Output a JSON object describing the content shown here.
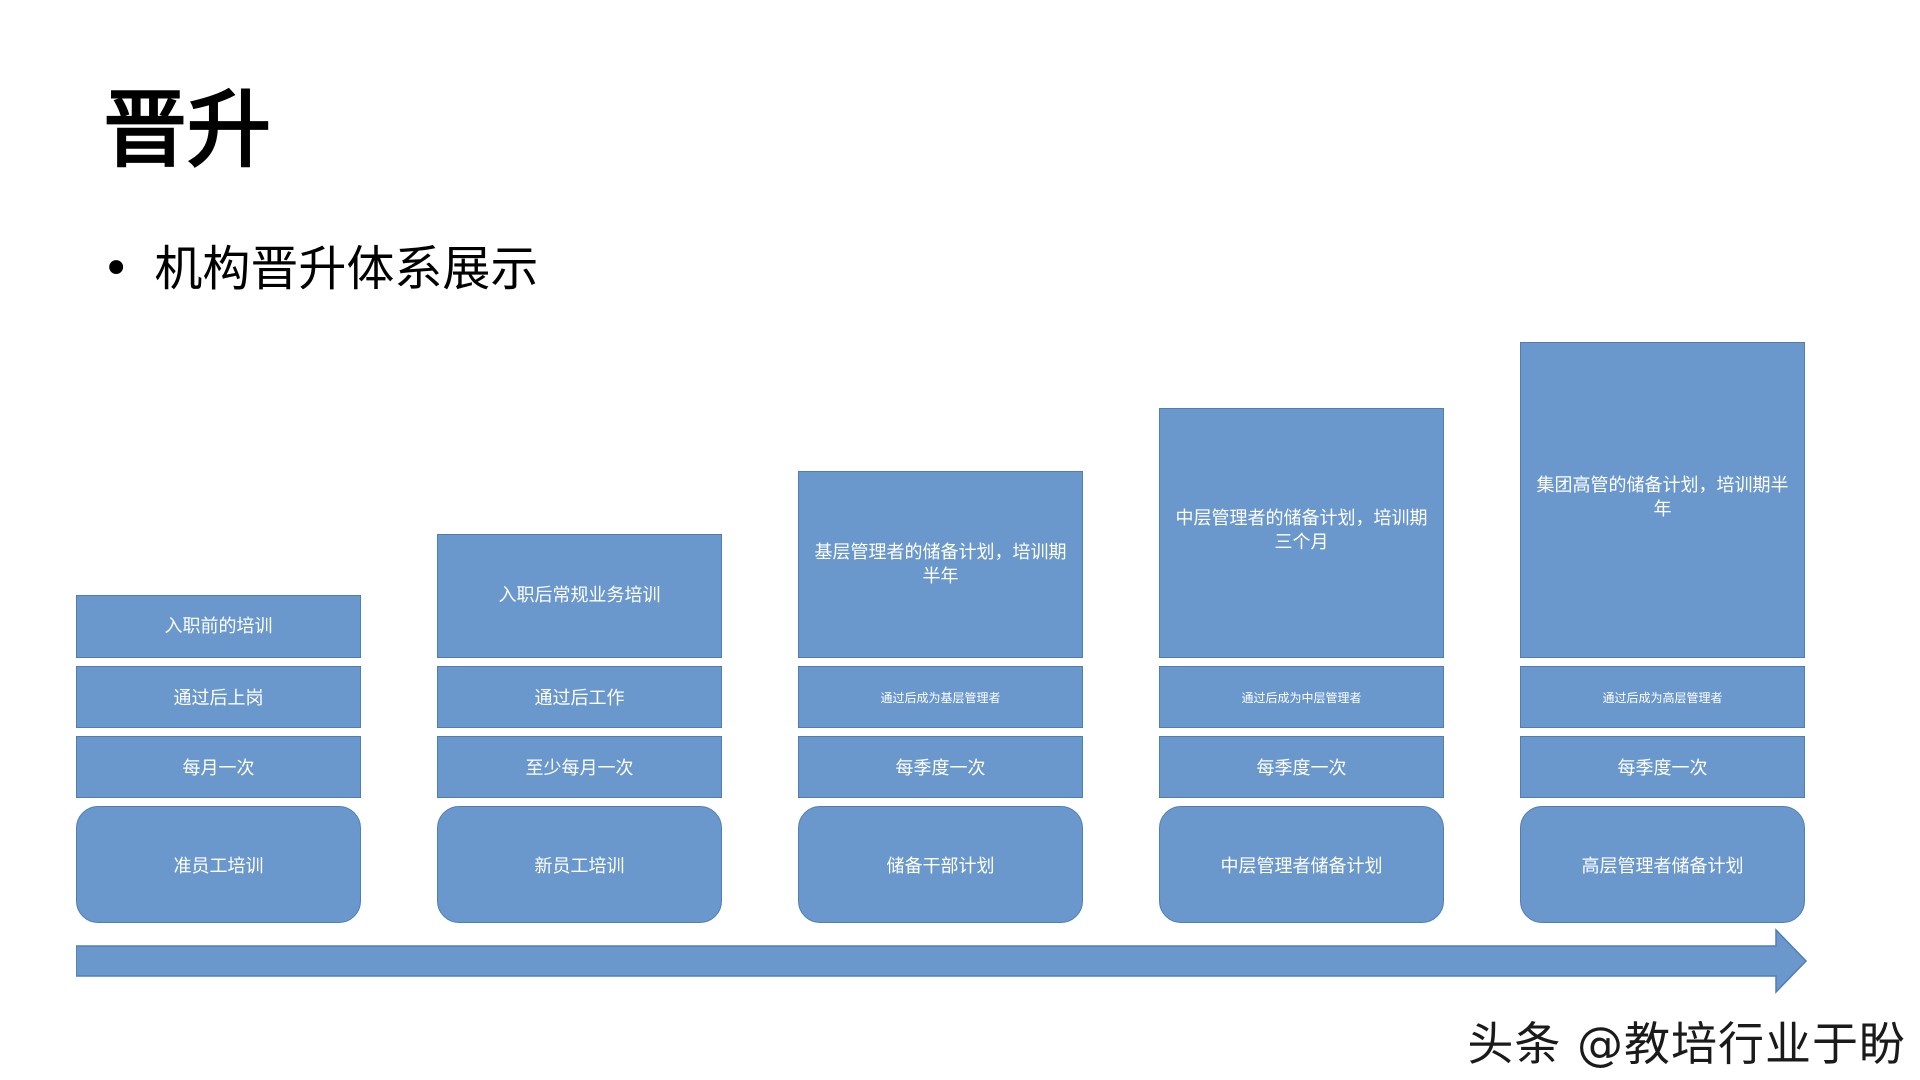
{
  "title": "晋升",
  "bullet": "机构晋升体系展示",
  "columns": [
    {
      "top": "入职前的培训",
      "pass": "通过后上岗",
      "freq": "每月一次",
      "name": "准员工培训"
    },
    {
      "top": "入职后常规业务培训",
      "pass": "通过后工作",
      "freq": "至少每月一次",
      "name": "新员工培训"
    },
    {
      "top": "基层管理者的储备计划，培训期半年",
      "pass": "通过后成为基层管理者",
      "freq": "每季度一次",
      "name": "储备干部计划"
    },
    {
      "top": "中层管理者的储备计划，培训期三个月",
      "pass": "通过后成为中层管理者",
      "freq": "每季度一次",
      "name": "中层管理者储备计划"
    },
    {
      "top": "集团高管的储备计划，培训期半年",
      "pass": "通过后成为高层管理者",
      "freq": "每季度一次",
      "name": "高层管理者储备计划"
    }
  ],
  "watermark": "头条 @教培行业于盼",
  "colors": {
    "box_fill": "#6a98cd",
    "box_border": "#4f7eb6",
    "text_on_box": "#ffffff"
  }
}
